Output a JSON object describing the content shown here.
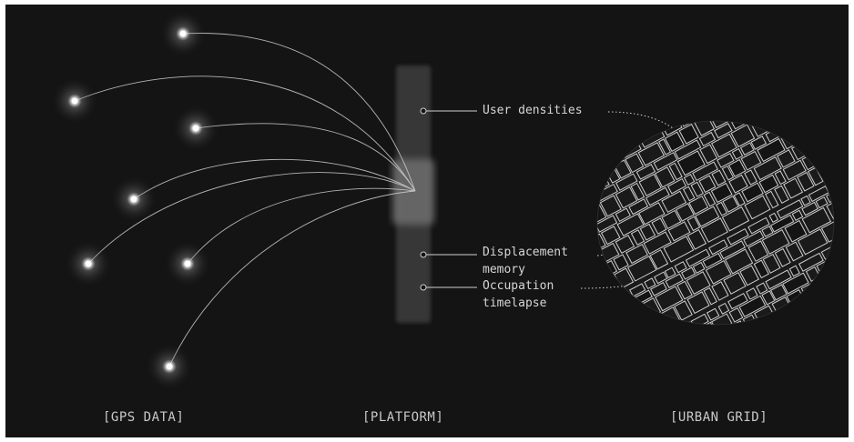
{
  "sections": {
    "gps": "[GPS DATA]",
    "platform": "[PLATFORM]",
    "urban": "[URBAN GRID]"
  },
  "platform_labels": {
    "user_densities": "User densities",
    "displacement_1": "Displacement",
    "displacement_2": "memory",
    "occupation_1": "Occupation",
    "occupation_2": "timelapse"
  },
  "colors": {
    "background": "#141414",
    "line": "#d8d8d8",
    "node_glow": "#ffffff"
  }
}
